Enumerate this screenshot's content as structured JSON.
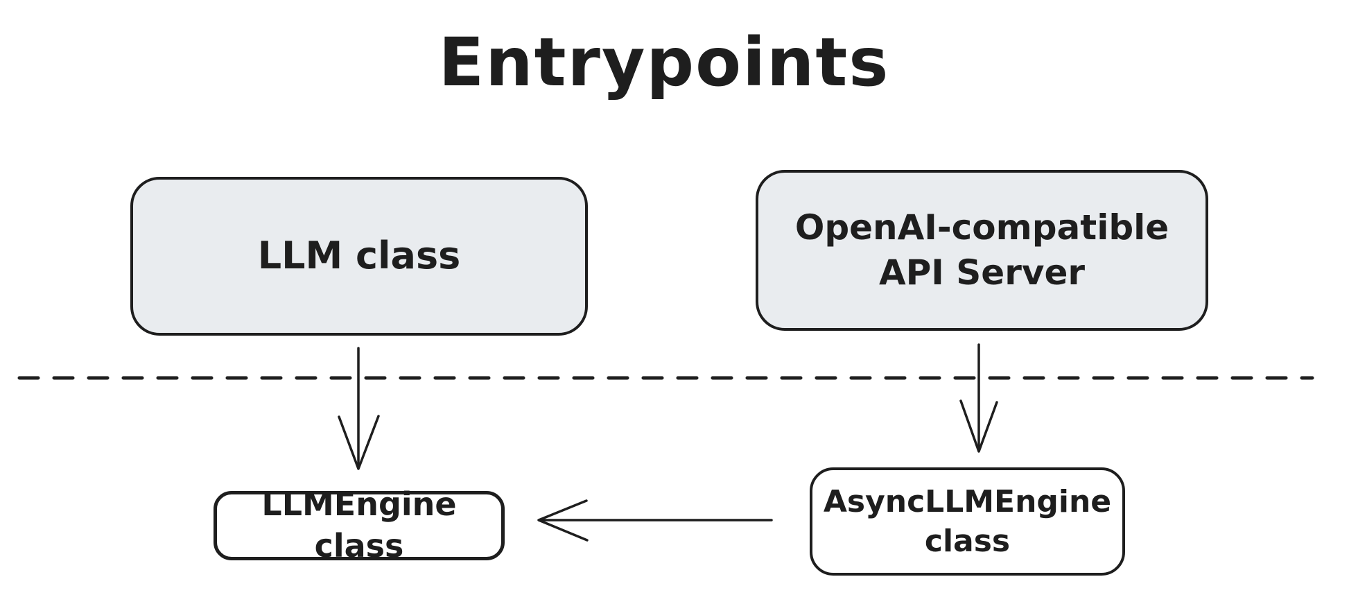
{
  "title": "Entrypoints",
  "colors": {
    "stroke": "#1e1e1e",
    "node_fill_gray": "#e9ecef",
    "node_fill_white": "#ffffff",
    "background": "#ffffff"
  },
  "nodes": {
    "llm": {
      "label": "LLM class"
    },
    "api_server": {
      "line1": "OpenAI-compatible",
      "line2": "API Server"
    },
    "llm_engine": {
      "label": "LLMEngine class"
    },
    "async_llm_engine": {
      "line1": "AsyncLLMEngine",
      "line2": "class"
    }
  },
  "edges": [
    {
      "from": "LLM class",
      "to": "LLMEngine class",
      "direction": "down"
    },
    {
      "from": "OpenAI-compatible API Server",
      "to": "AsyncLLMEngine class",
      "direction": "down"
    },
    {
      "from": "AsyncLLMEngine class",
      "to": "LLMEngine class",
      "direction": "left"
    }
  ],
  "divider": {
    "style": "dashed-horizontal"
  }
}
